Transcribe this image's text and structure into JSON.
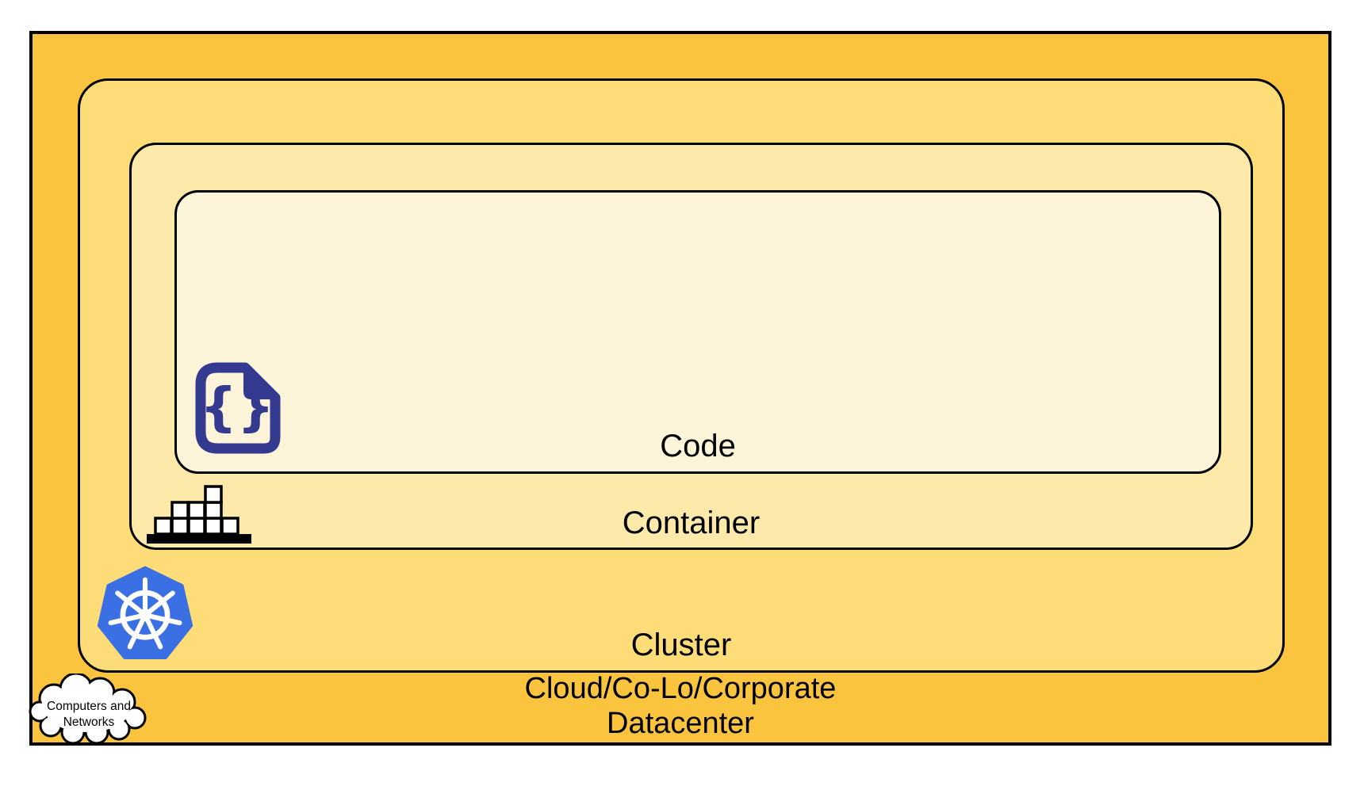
{
  "colors": {
    "outer": "#FAC43E",
    "cluster": "#FEDD78",
    "container": "#FDEAAB",
    "code": "#FEF4D9",
    "border": "#000000",
    "text": "#000000",
    "navy": "#333A8F",
    "k8s_blue": "#3B6FE4",
    "white": "#FFFFFF"
  },
  "layers": {
    "code": {
      "label": "Code",
      "icon": "code-file-icon"
    },
    "container": {
      "label": "Container",
      "icon": "container-blocks-icon"
    },
    "cluster": {
      "label": "Cluster",
      "icon": "kubernetes-helm-icon"
    },
    "datacenter": {
      "label_line1": "Cloud/Co-Lo/Corporate",
      "label_line2": "Datacenter",
      "icon": "cloud-icon"
    }
  },
  "cloud": {
    "line1": "Computers and",
    "line2": "Networks"
  },
  "code_icon_glyph": "{}"
}
